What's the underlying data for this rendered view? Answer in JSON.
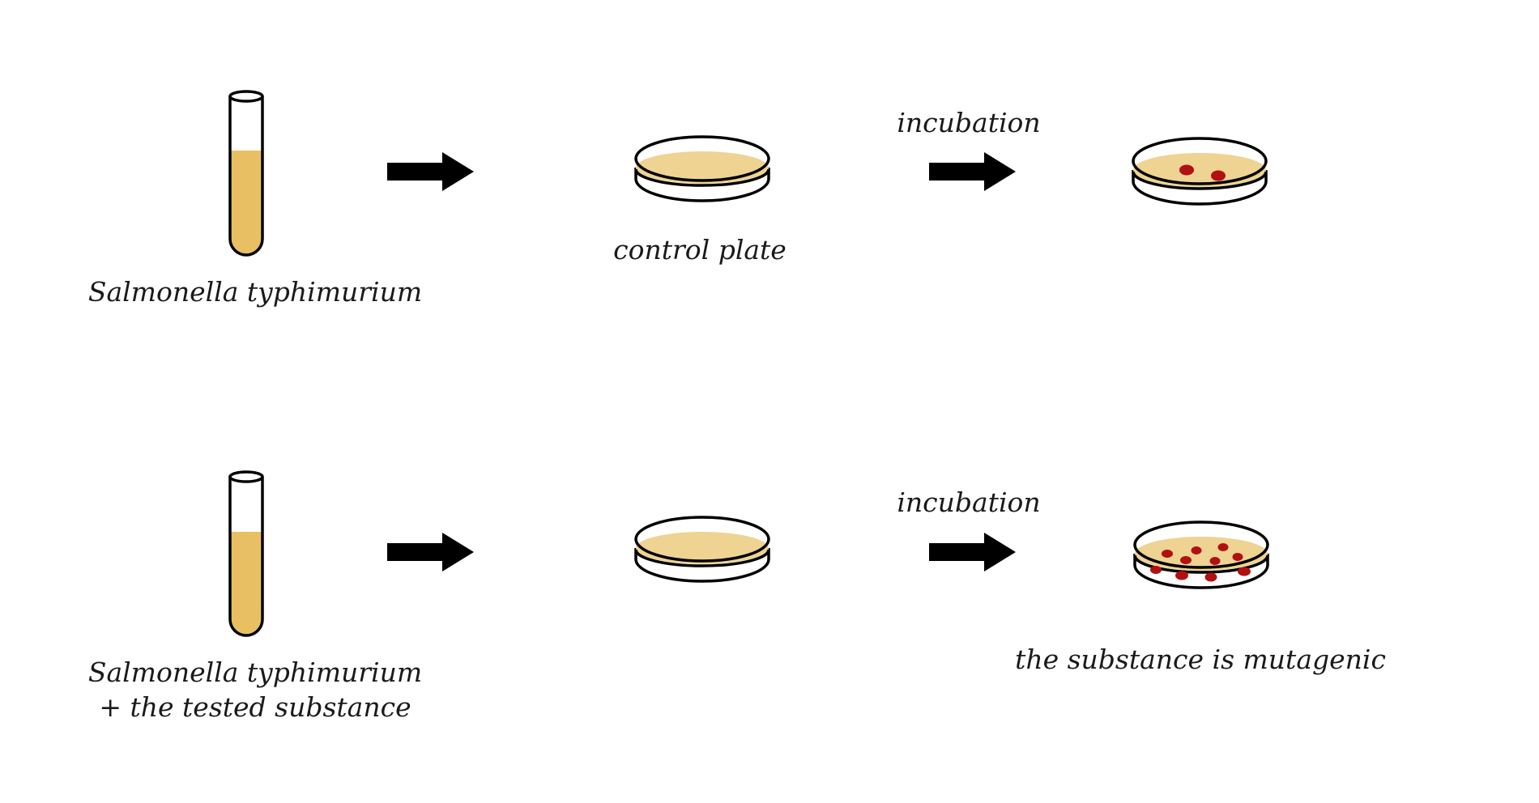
{
  "colors": {
    "medium": "#e8c063",
    "agar": "#eed393",
    "colony": "#b21010",
    "outline": "#000000",
    "arrow": "#000000"
  },
  "rows": [
    {
      "tube_label": [
        "Salmonella typhimurium"
      ],
      "plate_label": "control plate",
      "arrow_label": "incubation",
      "result_label": "",
      "result_colony_count": 2
    },
    {
      "tube_label": [
        "Salmonella typhimurium",
        "+ the tested substance"
      ],
      "plate_label": "",
      "arrow_label": "incubation",
      "result_label": "the substance is mutagenic",
      "result_colony_count": 10
    }
  ]
}
